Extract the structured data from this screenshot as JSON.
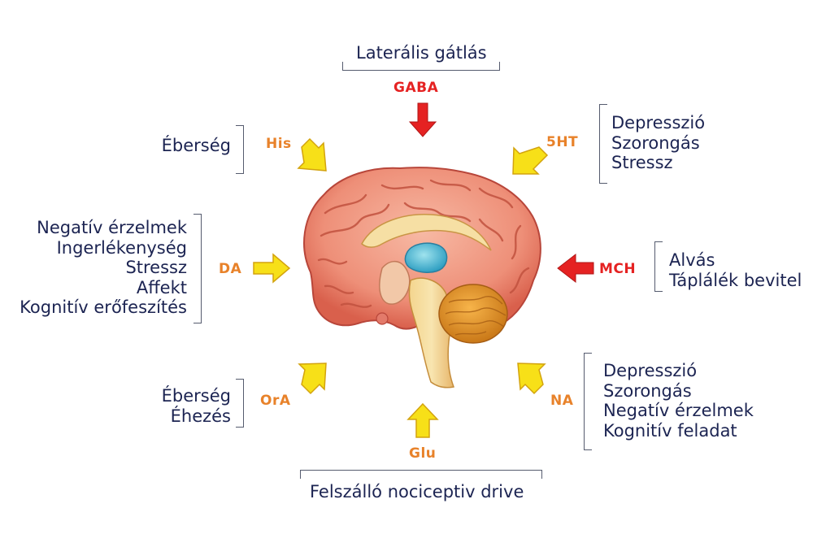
{
  "top": {
    "label": "Laterális gátlás",
    "transmitter": "GABA"
  },
  "bottom": {
    "label": "Felszálló nociceptiv drive",
    "transmitter": "Glu"
  },
  "his": {
    "transmitter": "His",
    "items": [
      "Éberség"
    ]
  },
  "ht5": {
    "transmitter": "5HT",
    "items": [
      "Depresszió",
      "Szorongás",
      "Stressz"
    ]
  },
  "da": {
    "transmitter": "DA",
    "items": [
      "Negatív érzelmek",
      "Ingerlékenység",
      "Stressz",
      "Affekt",
      "Kognitív erőfeszítés"
    ]
  },
  "mch": {
    "transmitter": "MCH",
    "items": [
      "Alvás",
      "Táplálék bevitel"
    ]
  },
  "ora": {
    "transmitter": "OrA",
    "items": [
      "Éberség",
      "Éhezés"
    ]
  },
  "na": {
    "transmitter": "NA",
    "items": [
      "Depresszió",
      "Szorongás",
      "Negatív érzelmek",
      "Kognitív feladat"
    ]
  },
  "colors": {
    "text": "#1c2452",
    "excitatory": "#e8822a",
    "inhibitory": "#e52222",
    "arrow_yellow": "#f7e018",
    "arrow_red": "#e52222"
  }
}
